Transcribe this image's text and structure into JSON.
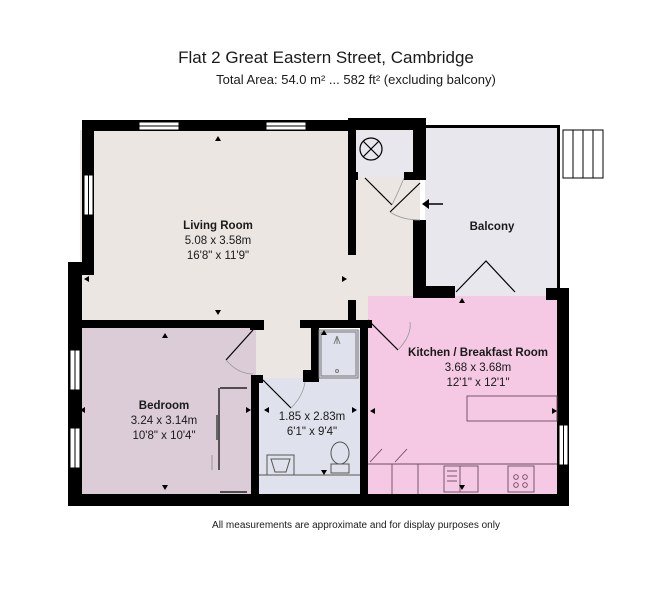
{
  "header": {
    "title": "Flat 2 Great Eastern Street, Cambridge",
    "subtitle": "Total Area: 54.0 m² ... 582 ft² (excluding balcony)"
  },
  "rooms": [
    {
      "name": "Living Room",
      "metric": "5.08 x 3.58m",
      "imperial": "16'8\" x 11'9\""
    },
    {
      "name": "Balcony",
      "metric": "",
      "imperial": ""
    },
    {
      "name": "Kitchen / Breakfast Room",
      "metric": "3.68 x 3.68m",
      "imperial": "12'1\" x 12'1\""
    },
    {
      "name": "Bedroom",
      "metric": "3.24 x 3.14m",
      "imperial": "10'8\" x 10'4\""
    },
    {
      "name": "",
      "metric": "1.85 x 2.83m",
      "imperial": "6'1\" x 9'4\""
    }
  ],
  "colors": {
    "living": "#ebe6e2",
    "balcony": "#e8e7ee",
    "kitchen": "#f5c8e3",
    "bedroom": "#dcccd8",
    "bathroom": "#dfe2ec",
    "wall": "#000000"
  },
  "footer": "All measurements are approximate and for display purposes only"
}
